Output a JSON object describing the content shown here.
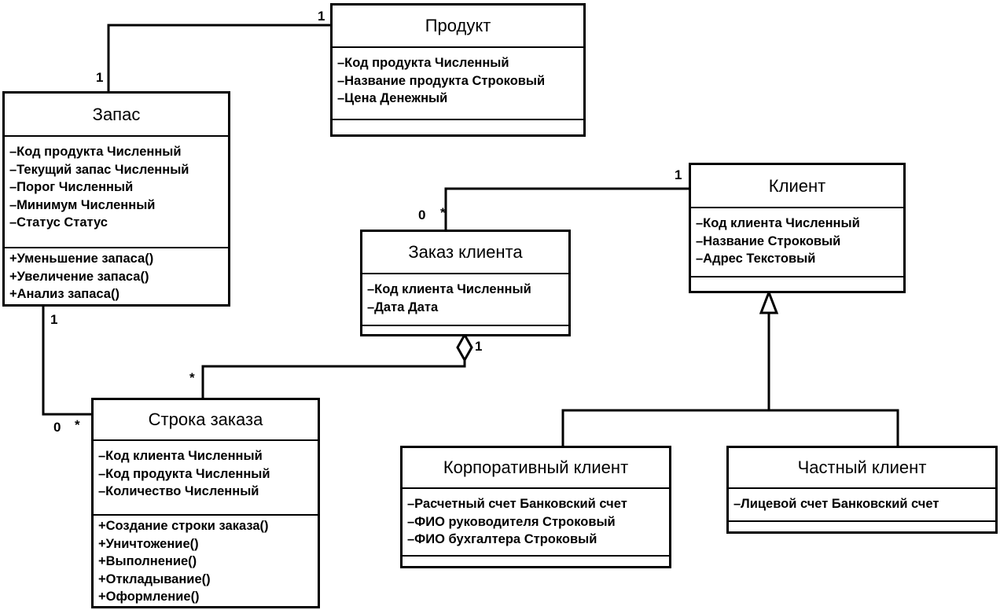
{
  "classes": {
    "product": {
      "name": "Продукт",
      "attributes": [
        "–Код продукта  Численный",
        "–Название продукта  Строковый",
        "–Цена  Денежный"
      ],
      "operations": []
    },
    "stock": {
      "name": "Запас",
      "attributes": [
        "–Код продукта  Численный",
        "–Текущий запас  Численный",
        "–Порог  Численный",
        "–Минимум  Численный",
        "–Статус  Статус"
      ],
      "operations": [
        "+Уменьшение запаса()",
        "+Увеличение запаса()",
        "+Анализ запаса()"
      ]
    },
    "client": {
      "name": "Клиент",
      "attributes": [
        "–Код клиента  Численный",
        "–Название  Строковый",
        "–Адрес  Текстовый"
      ],
      "operations": []
    },
    "order": {
      "name": "Заказ клиента",
      "attributes": [
        "–Код клиента  Численный",
        "–Дата  Дата"
      ],
      "operations": []
    },
    "order_line": {
      "name": "Строка заказа",
      "attributes": [
        "–Код клиента  Численный",
        "–Код продукта  Численный",
        "–Количество  Численный"
      ],
      "operations": [
        "+Создание строки заказа()",
        "+Уничтожение()",
        "+Выполнение()",
        "+Откладывание()",
        "+Оформление()"
      ]
    },
    "corporate": {
      "name": "Корпоративный клиент",
      "attributes": [
        "–Расчетный счет  Банковский счет",
        "–ФИО руководителя  Строковый",
        "–ФИО бухгалтера  Строковый"
      ],
      "operations": []
    },
    "private": {
      "name": "Частный клиент",
      "attributes": [
        "–Лицевой счет  Банковский счет"
      ],
      "operations": []
    }
  },
  "multiplicities": {
    "product_end": "1",
    "stock_top": "1",
    "stock_bottom": "1",
    "line_left": "0",
    "line_left_star": "*",
    "line_top_star": "*",
    "order_agg": "1",
    "order_zero": "0",
    "order_star": "*",
    "client_end": "1"
  }
}
